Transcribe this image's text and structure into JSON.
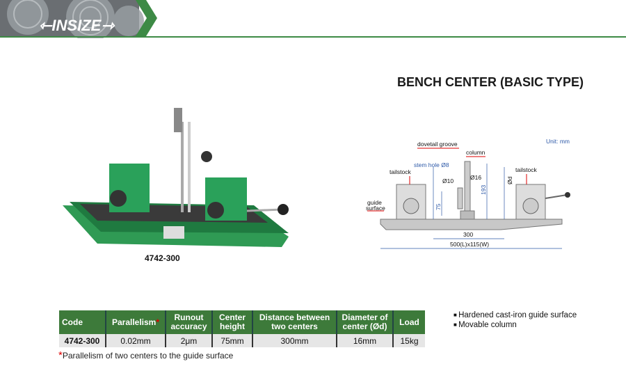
{
  "brand": {
    "logo": "INSIZE",
    "colors": {
      "green": "#3d7a3a",
      "red": "#d00000",
      "blue": "#2e5aa8"
    }
  },
  "title": "BENCH CENTER (BASIC TYPE)",
  "product_model": "4742-300",
  "diagram": {
    "unit": "Unit: mm",
    "labels": {
      "dovetail": "dovetail groove",
      "column": "column",
      "stem_hole": "stem hole Ø8",
      "tailstock_left": "tailstock",
      "tailstock_right": "tailstock",
      "guide1": "guide",
      "guide2": "surface",
      "d10": "Ø10",
      "d16": "Ø16",
      "h193": "193",
      "h75": "75",
      "od": "Ød",
      "w300": "300",
      "size": "500(L)x115(W)"
    }
  },
  "table": {
    "headers": [
      [
        "Code"
      ],
      [
        "Parallelism"
      ],
      [
        "Runout",
        "accuracy"
      ],
      [
        "Center",
        "height"
      ],
      [
        "Distance between",
        "two centers"
      ],
      [
        "Diameter of",
        "center (Ød)"
      ],
      [
        "Load"
      ]
    ],
    "star": "*",
    "rows": [
      [
        "4742-300",
        "0.02mm",
        "2μm",
        "75mm",
        "300mm",
        "16mm",
        "15kg"
      ]
    ]
  },
  "footnote": {
    "star": "*",
    "text": "Parallelism of two centers to the guide surface"
  },
  "features": [
    "Hardened cast-iron guide surface",
    "Movable column"
  ]
}
